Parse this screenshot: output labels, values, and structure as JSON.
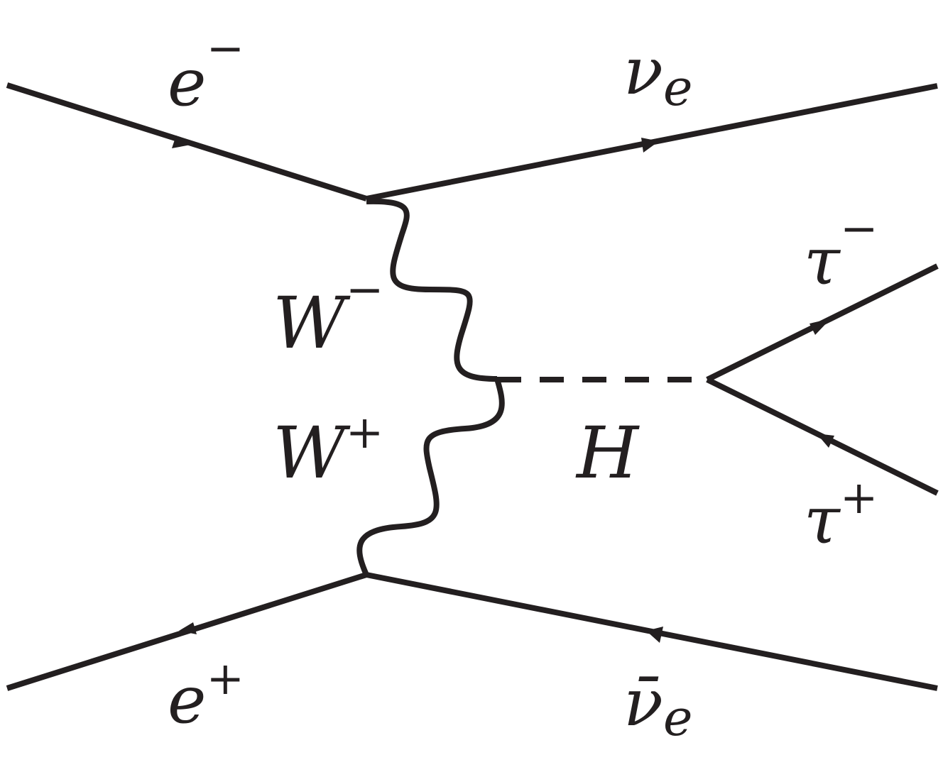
{
  "labels": {
    "electron": {
      "symbol": "e",
      "sup": "−"
    },
    "positron": {
      "symbol": "e",
      "sup": "+"
    },
    "neutrino": {
      "symbol": "ν",
      "sub": "e"
    },
    "antineutrino": {
      "symbol": "ν̄",
      "sub": "e"
    },
    "w_minus": {
      "symbol": "W",
      "sup": "−"
    },
    "w_plus": {
      "symbol": "W",
      "sup": "+"
    },
    "higgs": {
      "symbol": "H"
    },
    "tau_minus": {
      "symbol": "τ",
      "sup": "−"
    },
    "tau_plus": {
      "symbol": "τ",
      "sup": "+"
    }
  }
}
